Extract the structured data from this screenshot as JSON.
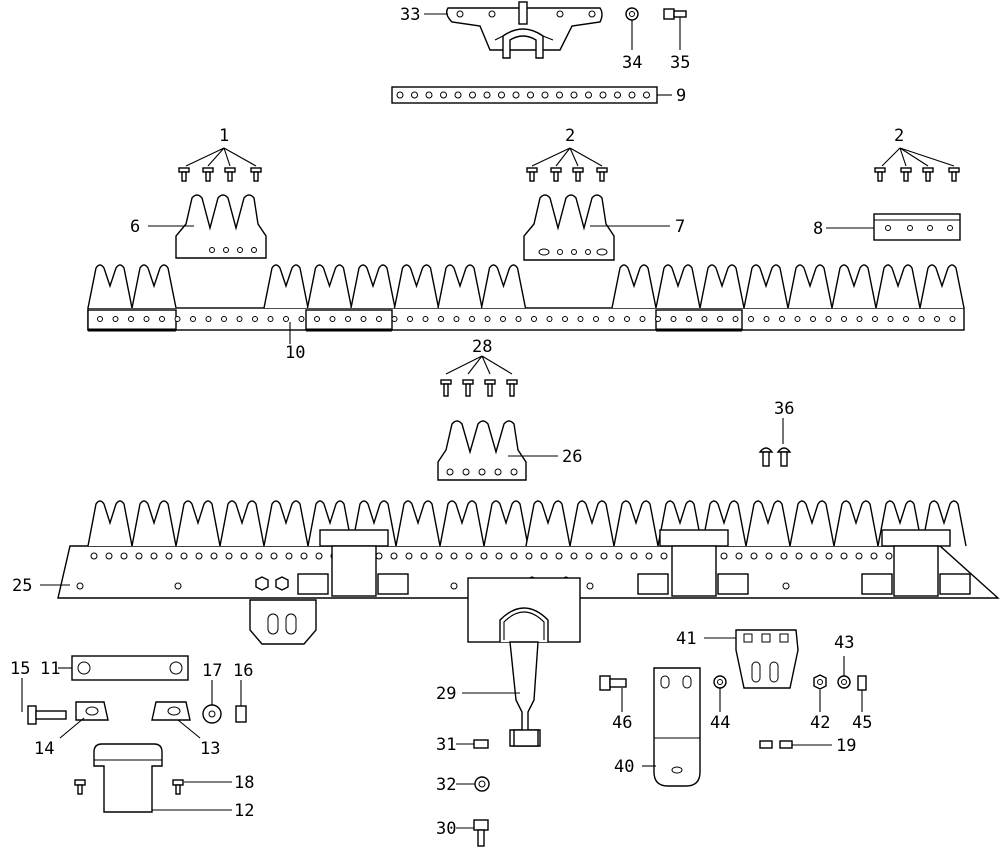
{
  "diagram": {
    "callouts": {
      "c1": "1",
      "c2a": "2",
      "c2b": "2",
      "c6": "6",
      "c7": "7",
      "c8": "8",
      "c9": "9",
      "c10": "10",
      "c11": "11",
      "c12": "12",
      "c13": "13",
      "c14": "14",
      "c15": "15",
      "c16": "16",
      "c17": "17",
      "c18": "18",
      "c19": "19",
      "c25": "25",
      "c26": "26",
      "c28": "28",
      "c29": "29",
      "c30": "30",
      "c31": "31",
      "c32": "32",
      "c33": "33",
      "c34": "34",
      "c35": "35",
      "c36": "36",
      "c40": "40",
      "c41": "41",
      "c42": "42",
      "c43": "43",
      "c44": "44",
      "c45": "45",
      "c46": "46"
    },
    "colors": {
      "line": "#000000",
      "background": "#ffffff"
    }
  }
}
